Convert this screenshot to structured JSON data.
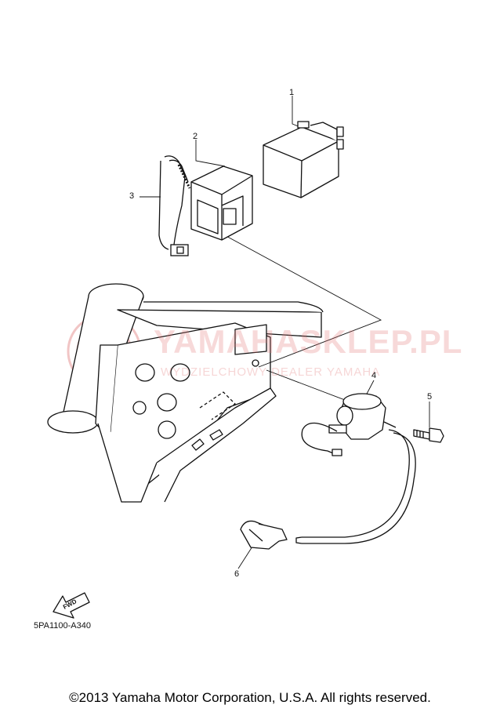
{
  "watermark": {
    "main_text": "YAMAHASKLEP.PL",
    "sub_text": "WYDZIELCHOWY DEALER YAMAHA"
  },
  "diagram": {
    "callouts": [
      "1",
      "2",
      "3",
      "4",
      "5",
      "6"
    ],
    "fwd_label": "FWD",
    "drawing_code": "5PA1100-A340"
  },
  "footer": {
    "copyright": "©2013 Yamaha Motor Corporation, U.S.A. All rights reserved."
  }
}
